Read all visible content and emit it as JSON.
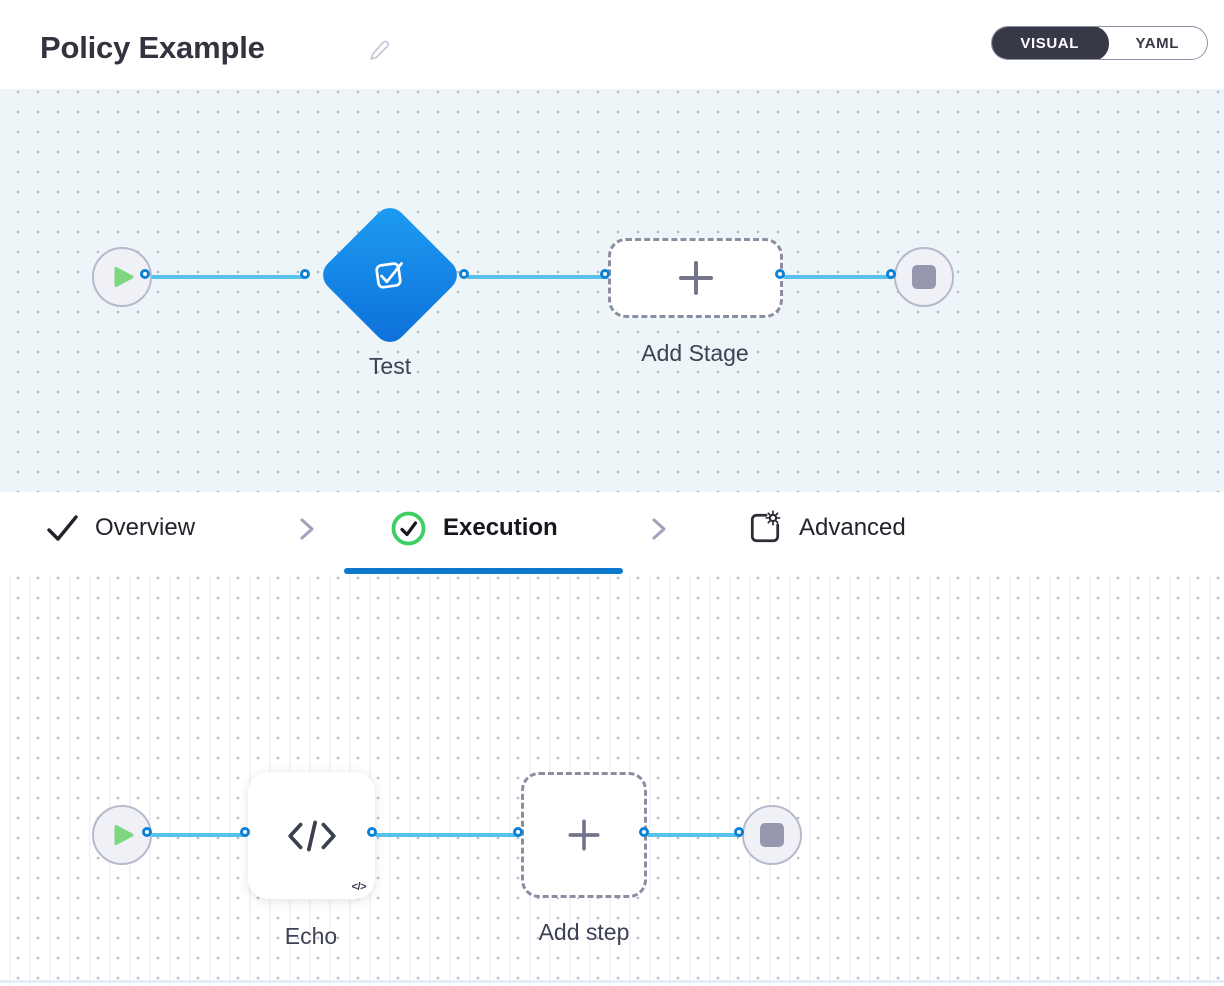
{
  "header": {
    "title": "Policy Example",
    "edit_icon": "pencil-icon",
    "mode_toggle": {
      "visual_label": "VISUAL",
      "yaml_label": "YAML",
      "selected": "VISUAL"
    }
  },
  "stage_canvas": {
    "start_icon": "play-icon",
    "stage_node": {
      "label": "Test",
      "icon": "approval-check-icon"
    },
    "add_stage": {
      "label": "Add Stage",
      "icon": "plus-icon"
    },
    "end_icon": "stop-icon"
  },
  "tabs": {
    "items": [
      {
        "label": "Overview",
        "icon": "check-icon",
        "state": "completed"
      },
      {
        "label": "Execution",
        "icon": "check-circle-icon",
        "state": "active"
      },
      {
        "label": "Advanced",
        "icon": "settings-panel-icon",
        "state": "default"
      }
    ]
  },
  "step_canvas": {
    "start_icon": "play-icon",
    "step_node": {
      "label": "Echo",
      "icon": "code-icon",
      "badge": "</>"
    },
    "add_step": {
      "label": "Add step",
      "icon": "plus-icon"
    },
    "end_icon": "stop-icon"
  },
  "colors": {
    "accent_blue": "#0b78cc",
    "connector_blue": "#58c2ed",
    "port_ring_blue": "#0b82d6",
    "node_gradient_top": "#1e9df3",
    "node_gradient_bottom": "#0c6fd8",
    "toggle_dark": "#383946",
    "success_green": "#3ecf63",
    "play_green": "#7ed77f",
    "canvas_top_bg": "#edf5f9"
  }
}
